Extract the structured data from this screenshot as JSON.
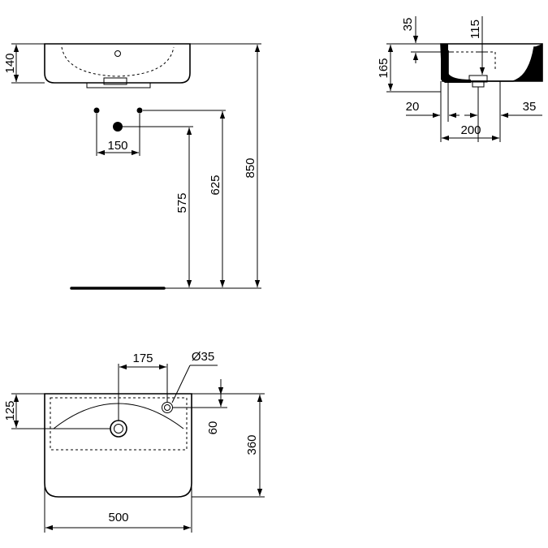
{
  "front_view": {
    "dims": {
      "basin_height": "140",
      "tap_spacing": "150",
      "waste_height": "575",
      "supply_height": "625",
      "rim_height": "850"
    }
  },
  "side_view": {
    "dims": {
      "top_offset": "35",
      "bowl_depth": "115",
      "overall_height": "165",
      "wall_gap": "20",
      "front_lip": "35",
      "waste_offset": "200"
    }
  },
  "plan_view": {
    "dims": {
      "tap_offset": "175",
      "tap_hole_dia": "Ø35",
      "tap_to_edge": "125",
      "tap_to_waste": "60",
      "depth": "360",
      "width": "500"
    }
  }
}
